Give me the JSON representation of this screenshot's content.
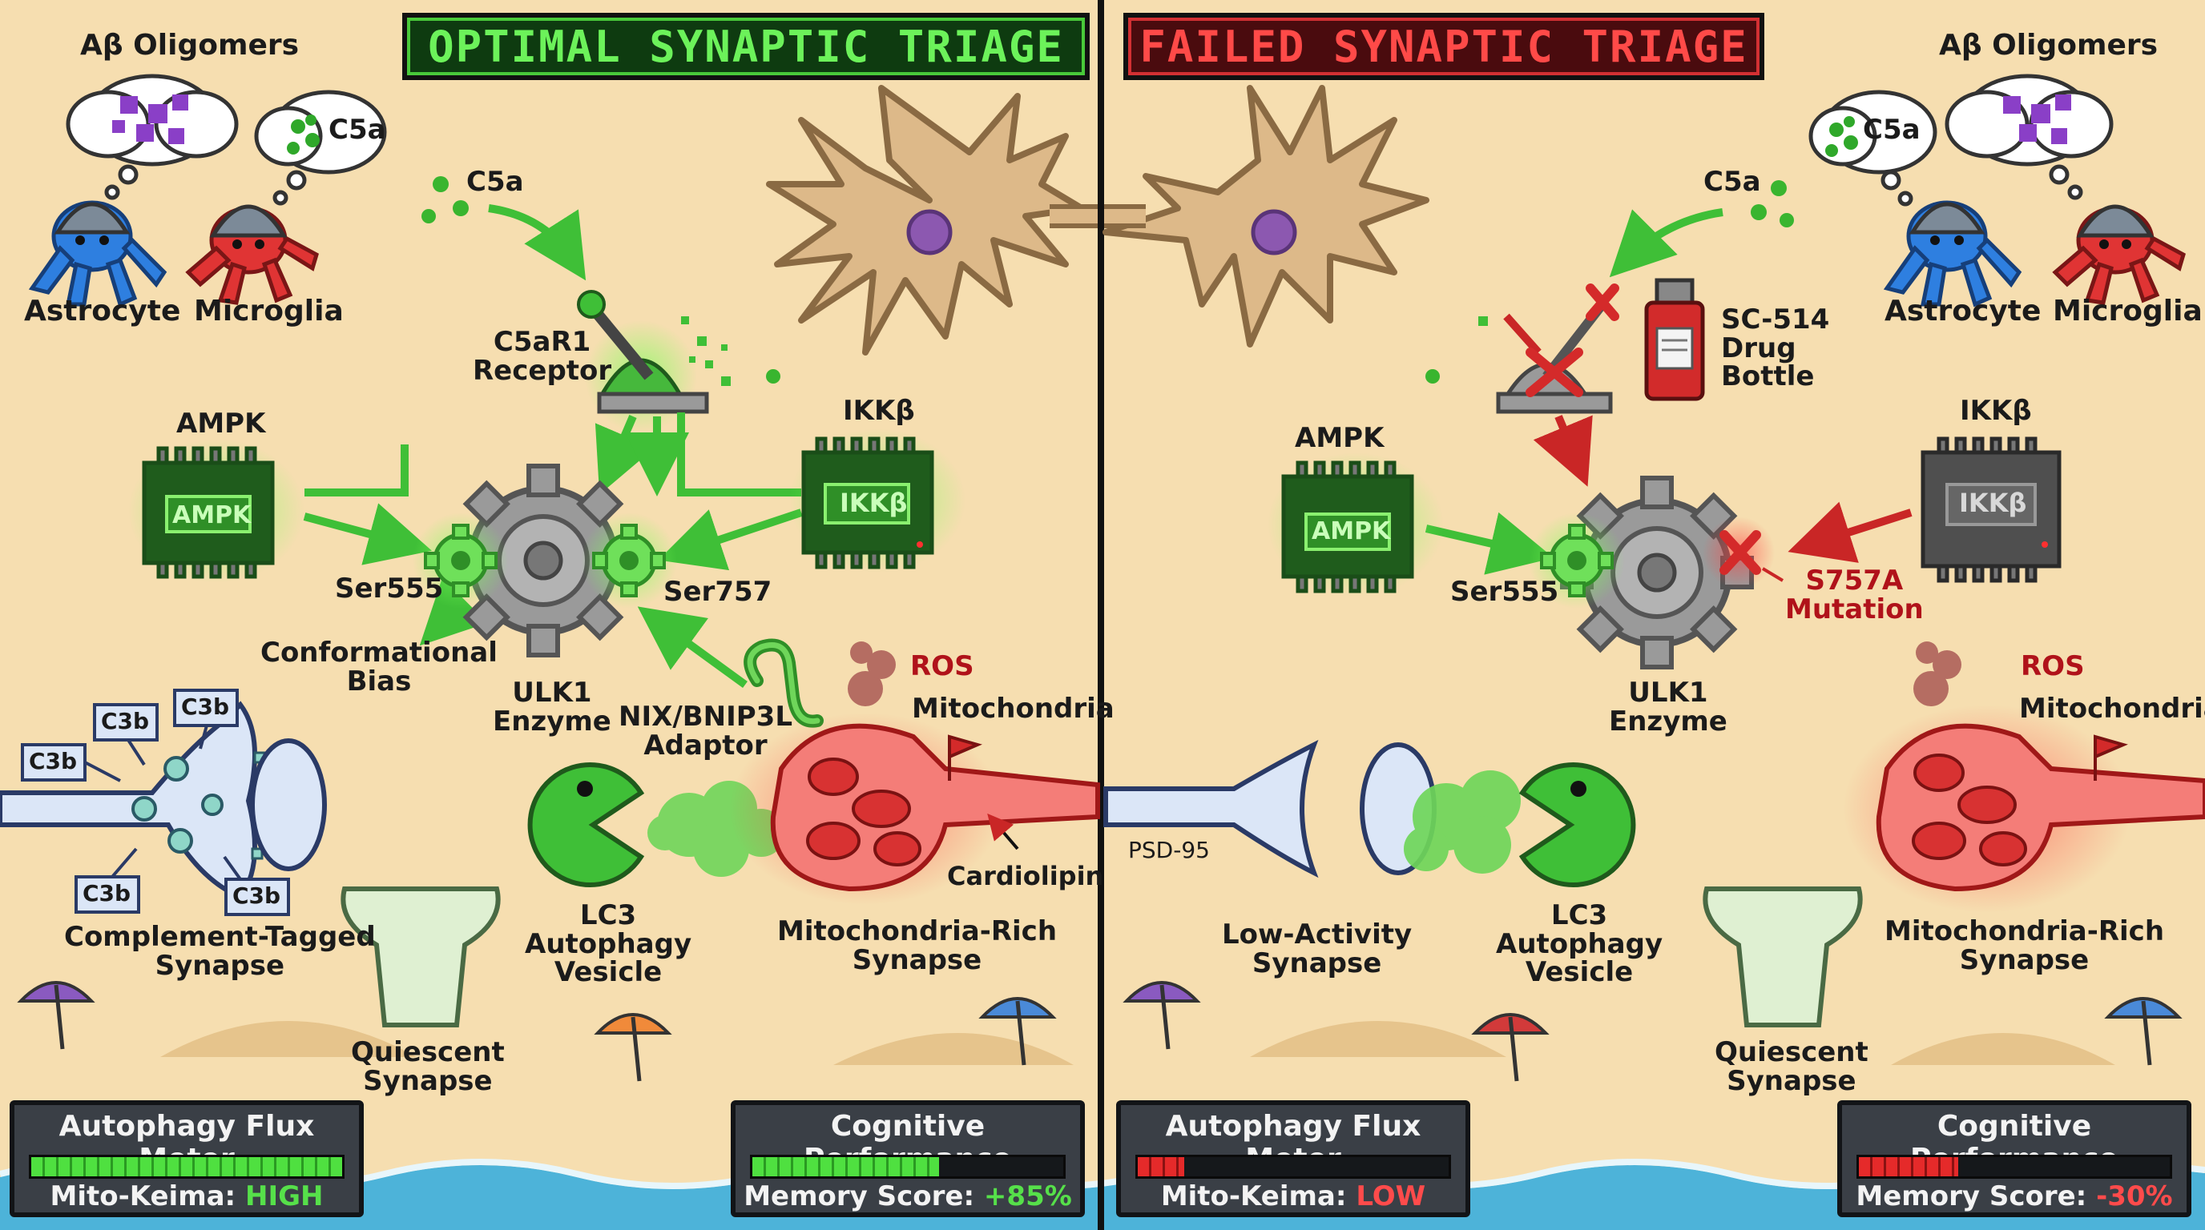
{
  "titles": {
    "optimal": "OPTIMAL SYNAPTIC TRIAGE",
    "failed": "FAILED SYNAPTIC TRIAGE"
  },
  "left": {
    "ab": "Aβ Oligomers",
    "c5a_bubble": "C5a",
    "astrocyte": "Astrocyte",
    "microglia": "Microglia",
    "c5a": "C5a",
    "c5ar1_1": "C5aR1",
    "c5ar1_2": "Receptor",
    "ampk_title": "AMPK",
    "ampk_chip": "AMPK",
    "ikkb_title": "IKKβ",
    "ikkb_chip": "IKKβ",
    "ser555": "Ser555",
    "ser757": "Ser757",
    "conf_1": "Conformational",
    "conf_2": "Bias",
    "ulk1_1": "ULK1",
    "ulk1_2": "Enzyme",
    "nix_1": "NIX/BNIP3L",
    "nix_2": "Adaptor",
    "ros": "ROS",
    "mito": "Mitochondria",
    "c3b": "C3b",
    "cardiolipin": "Cardiolipin",
    "lc3_1": "LC3",
    "lc3_2": "Autophagy",
    "lc3_3": "Vesicle",
    "comp_1": "Complement-Tagged",
    "comp_2": "Synapse",
    "mitorich_1": "Mitochondria-Rich",
    "mitorich_2": "Synapse",
    "quies_1": "Quiescent",
    "quies_2": "Synapse"
  },
  "right": {
    "ab": "Aβ Oligomers",
    "c5a_bubble": "C5a",
    "astrocyte": "Astrocyte",
    "microglia": "Microglia",
    "c5a": "C5a",
    "drug_1": "SC-514",
    "drug_2": "Drug",
    "drug_3": "Bottle",
    "ampk_title": "AMPK",
    "ampk_chip": "AMPK",
    "ikkb_title": "IKKβ",
    "ikkb_chip": "IKKβ",
    "ser555": "Ser555",
    "mut_1": "S757A",
    "mut_2": "Mutation",
    "ulk1_1": "ULK1",
    "ulk1_2": "Enzyme",
    "ros": "ROS",
    "mito": "Mitochondria",
    "psd95": "PSD-95",
    "lowact_1": "Low-Activity",
    "lowact_2": "Synapse",
    "lc3_1": "LC3",
    "lc3_2": "Autophagy",
    "lc3_3": "Vesicle",
    "mitorich_1": "Mitochondria-Rich",
    "mitorich_2": "Synapse",
    "quies_1": "Quiescent",
    "quies_2": "Synapse"
  },
  "meters": {
    "left_flux": {
      "title": "Autophagy Flux Meter",
      "label": "Mito-Keima:",
      "value": "HIGH",
      "fill": 1.0
    },
    "left_cog": {
      "title": "Cognitive Performance",
      "label": "Memory Score:",
      "value": "+85%",
      "fill": 0.6
    },
    "right_flux": {
      "title": "Autophagy Flux Meter",
      "label": "Mito-Keima:",
      "value": "LOW",
      "fill": 0.15
    },
    "right_cog": {
      "title": "Cognitive Performance",
      "label": "Memory Score:",
      "value": "-30%",
      "fill": 0.32
    }
  },
  "colors": {
    "sand": "#f6deb0",
    "good": "#3fbf37",
    "bad": "#d42a2a",
    "neuron": "#ddb989",
    "water": "#4db3d9"
  }
}
